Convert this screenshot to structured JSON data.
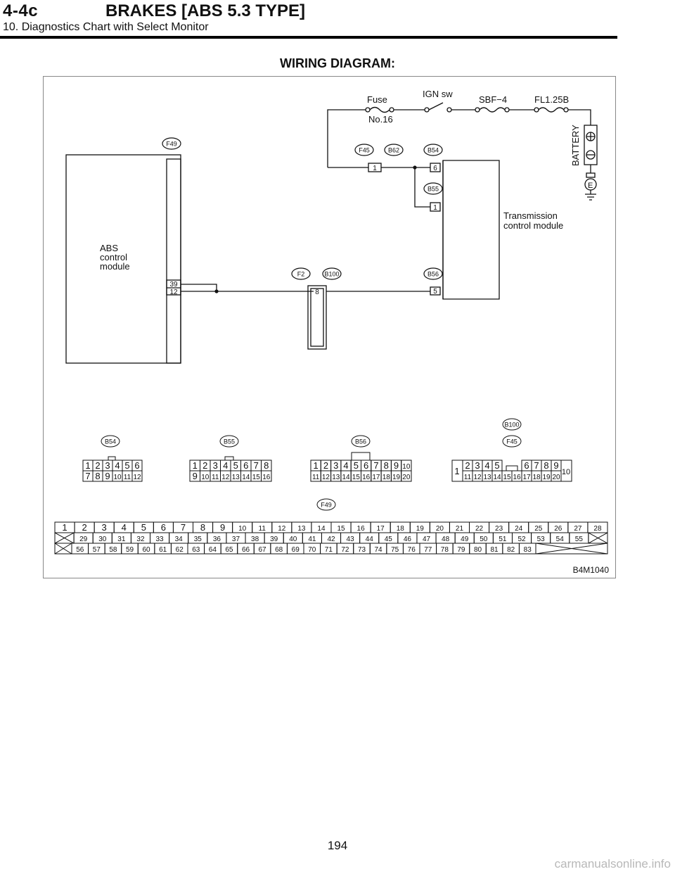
{
  "header": {
    "section": "4-4c",
    "title": "BRAKES [ABS 5.3 TYPE]",
    "subtitle": "10. Diagnostics Chart with Select Monitor"
  },
  "figure": {
    "title": "WIRING DIAGRAM:",
    "code": "B4M1040",
    "labels": {
      "fuse": "Fuse",
      "fuse_no": "No.16",
      "ign": "IGN sw",
      "sbf": "SBF−4",
      "fl": "FL1.25B",
      "battery": "BATTERY",
      "earth": "E",
      "abs": [
        "ABS",
        "control",
        "module"
      ],
      "tcm": [
        "Transmission",
        "control module"
      ]
    },
    "tags": {
      "f49": "F49",
      "f45": "F45",
      "b62": "B62",
      "b54": "B54",
      "b55": "B55",
      "b56": "B56",
      "f2": "F2",
      "b100": "B100"
    },
    "pins": {
      "abs_a": "39",
      "abs_b": "12",
      "f45": "1",
      "b54": "6",
      "b55": "1",
      "f2": "8",
      "b56": "5"
    },
    "connectors": {
      "b54": {
        "tag": "B54",
        "rows": [
          [
            "1",
            "2",
            "3",
            "4",
            "5",
            "6"
          ],
          [
            "7",
            "8",
            "9",
            "10",
            "11",
            "12"
          ]
        ]
      },
      "b55": {
        "tag": "B55",
        "rows": [
          [
            "1",
            "2",
            "3",
            "4",
            "5",
            "6",
            "7",
            "8"
          ],
          [
            "9",
            "10",
            "11",
            "12",
            "13",
            "14",
            "15",
            "16"
          ]
        ]
      },
      "b56": {
        "tag": "B56",
        "rows": [
          [
            "1",
            "2",
            "3",
            "4",
            "5",
            "6",
            "7",
            "8",
            "9",
            "10"
          ],
          [
            "11",
            "12",
            "13",
            "14",
            "15",
            "16",
            "17",
            "18",
            "19",
            "20"
          ]
        ]
      },
      "b100": {
        "tags": [
          "B100",
          "F45"
        ],
        "side_left": "1",
        "side_right": "10",
        "top_a": [
          "2",
          "3",
          "4",
          "5"
        ],
        "top_b": [
          "6",
          "7",
          "8",
          "9"
        ],
        "bottom": [
          "11",
          "12",
          "13",
          "14",
          "15",
          "16",
          "17",
          "18",
          "19",
          "20"
        ]
      },
      "f49": {
        "tag": "F49",
        "row1": [
          "1",
          "2",
          "3",
          "4",
          "5",
          "6",
          "7",
          "8",
          "9",
          "10",
          "11",
          "12",
          "13",
          "14",
          "15",
          "16",
          "17",
          "18",
          "19",
          "20",
          "21",
          "22",
          "23",
          "24",
          "25",
          "26",
          "27",
          "28"
        ],
        "row2": [
          "29",
          "30",
          "31",
          "32",
          "33",
          "34",
          "35",
          "36",
          "37",
          "38",
          "39",
          "40",
          "41",
          "42",
          "43",
          "44",
          "45",
          "46",
          "47",
          "48",
          "49",
          "50",
          "51",
          "52",
          "53",
          "54",
          "55"
        ],
        "row3": [
          "56",
          "57",
          "58",
          "59",
          "60",
          "61",
          "62",
          "63",
          "64",
          "65",
          "66",
          "67",
          "68",
          "69",
          "70",
          "71",
          "72",
          "73",
          "74",
          "75",
          "76",
          "77",
          "78",
          "79",
          "80",
          "81",
          "82",
          "83"
        ]
      }
    }
  },
  "footer": {
    "page": "194",
    "watermark": "carmanualsonline.info"
  }
}
